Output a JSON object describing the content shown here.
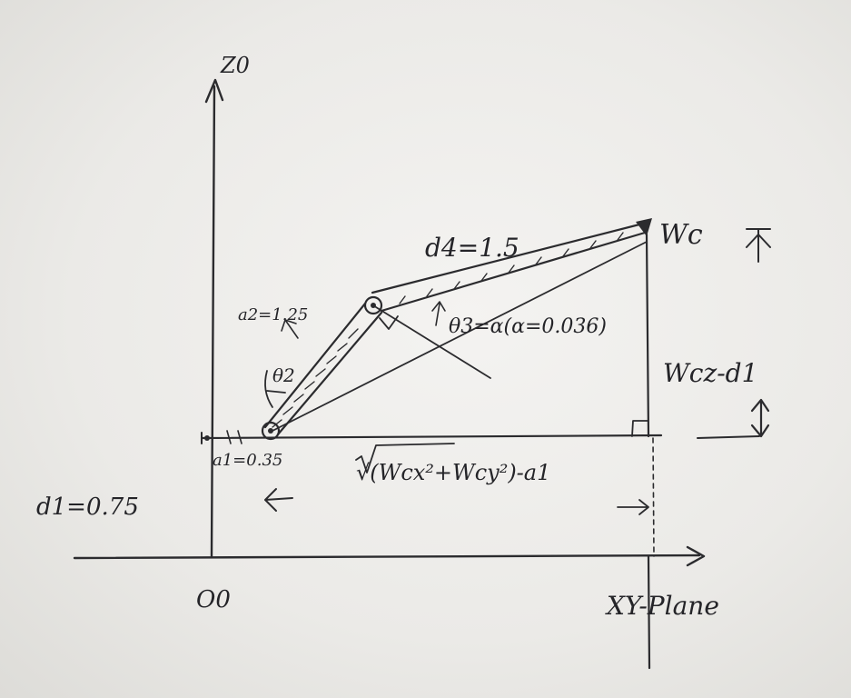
{
  "diagram": {
    "axis_z_label": "Z0",
    "origin_label": "O0",
    "plane_label": "XY-Plane",
    "d1_label": "d1=0.75",
    "a1_label": "a1=0.35",
    "a2_label": "a2=1.25",
    "d4_label": "d4=1.5",
    "theta2_label": "θ2",
    "theta3_label": "θ3=α(α=0.036)",
    "wc_label": "Wc",
    "vertical_leg_label": "Wcz-d1",
    "horizontal_leg_label": "√(Wcx²+Wcy²)-a1"
  }
}
